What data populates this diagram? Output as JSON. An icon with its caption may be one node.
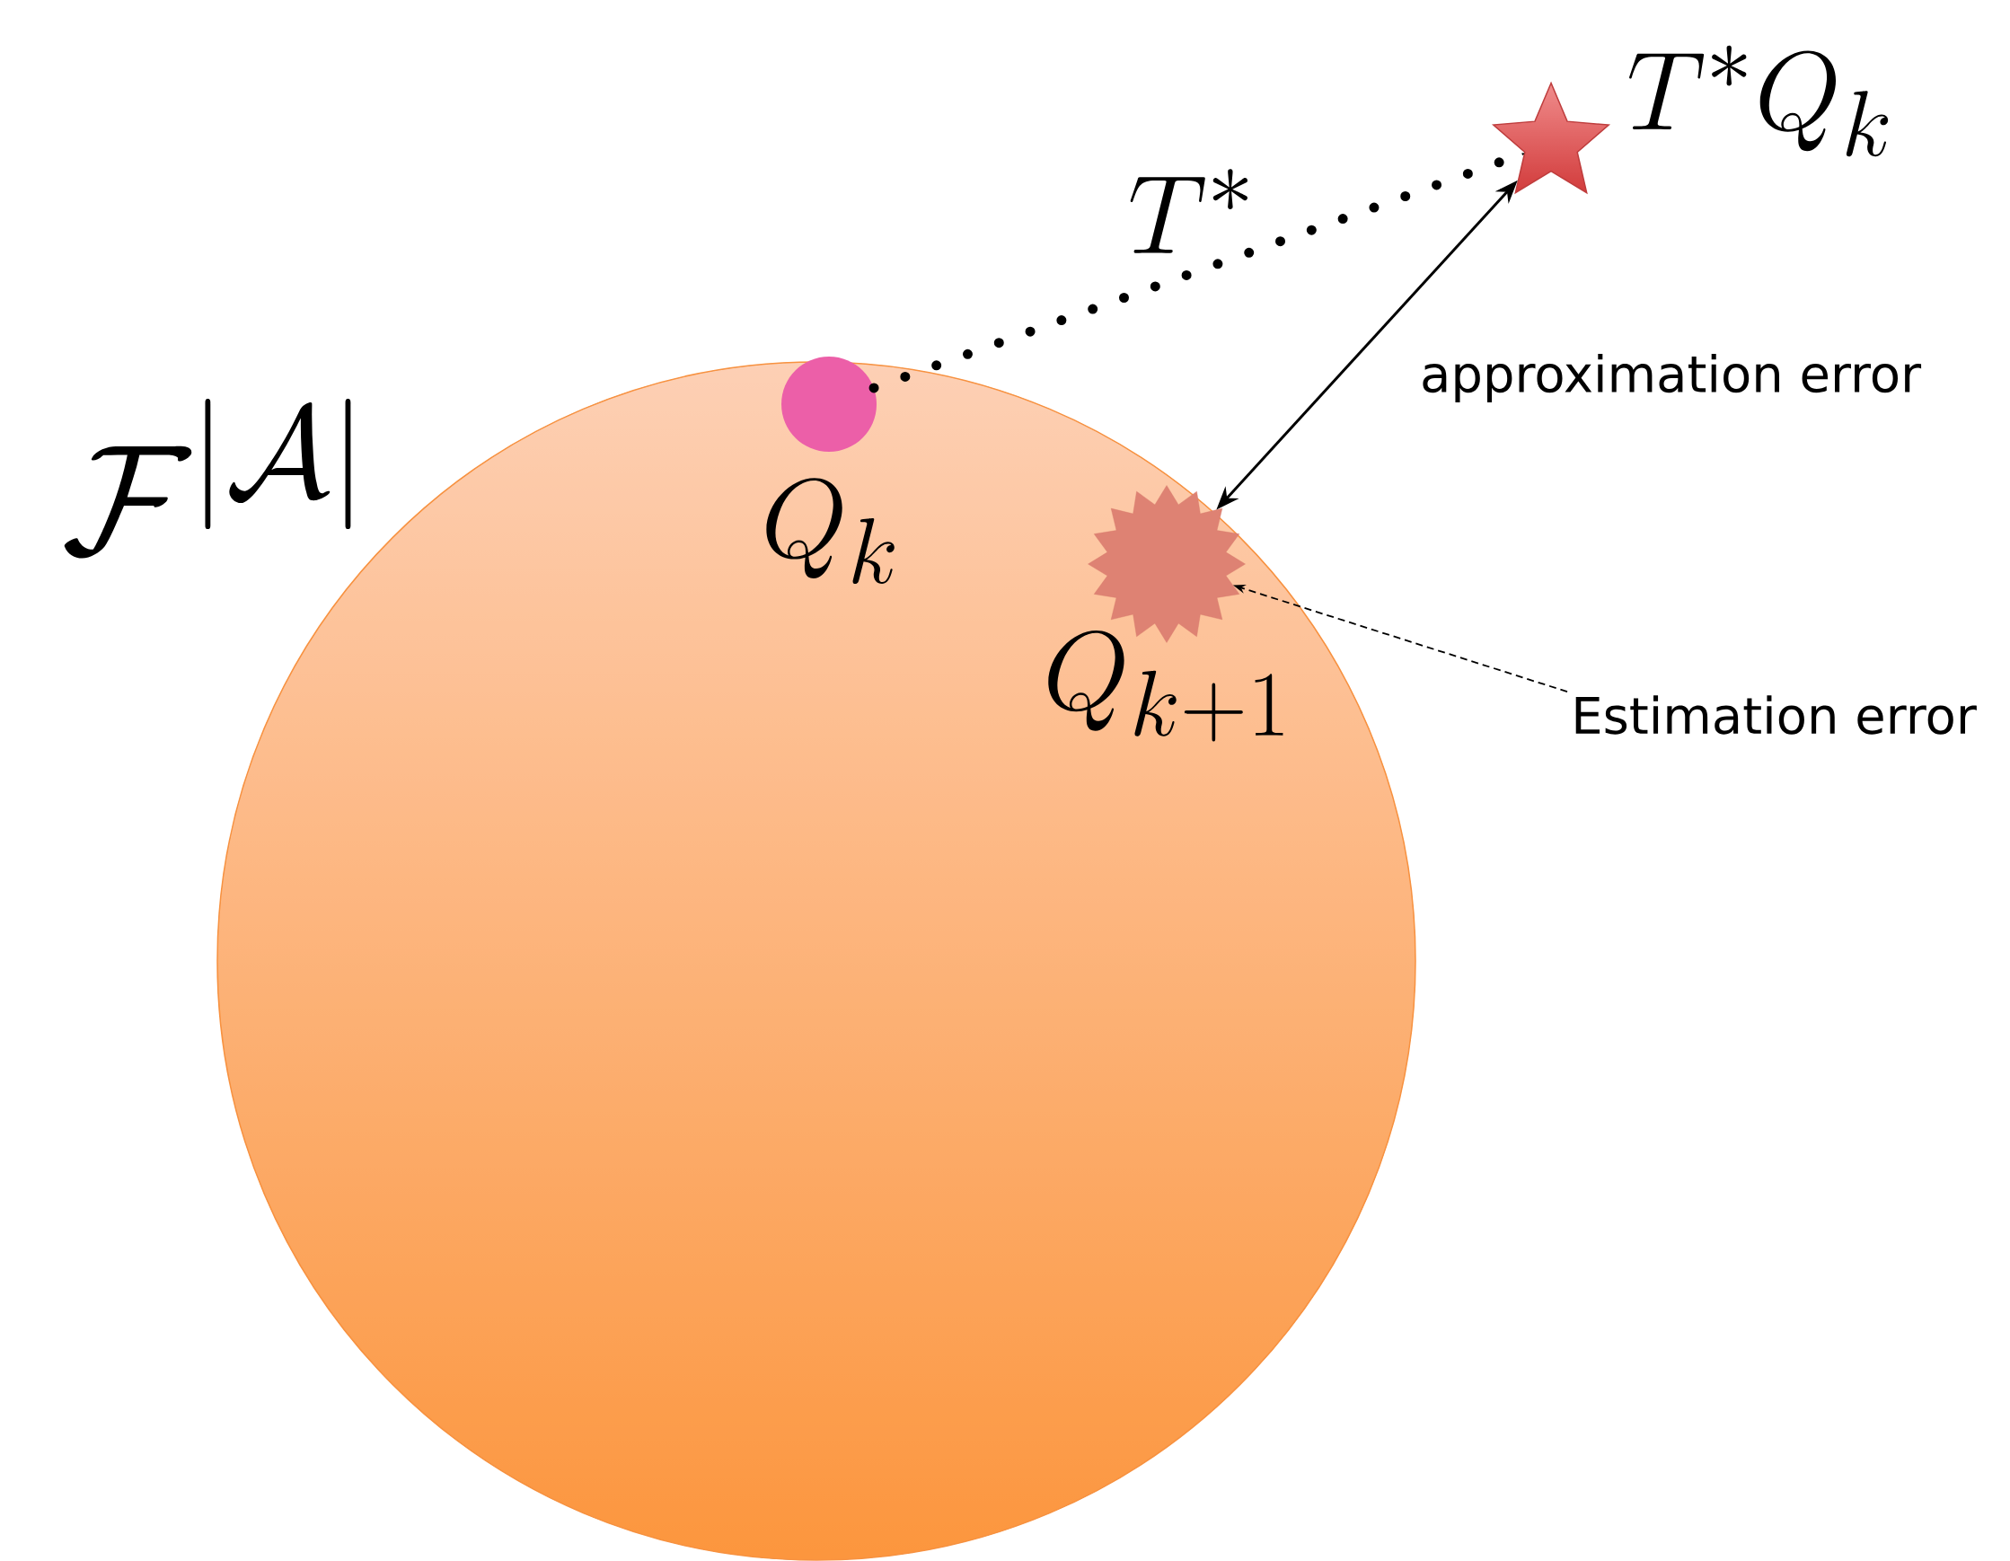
{
  "diagram": {
    "nodes": [
      {
        "text": [],
        "shape": "circle",
        "beside": [
          "Q_k"
        ]
      },
      {
        "text": [],
        "shape": "star",
        "beside": [
          "Q_{k+1}"
        ]
      },
      {
        "text": [],
        "shape": "star",
        "beside": [
          "T^*Q_k"
        ]
      },
      {
        "text": [
          "Estimation error"
        ]
      }
    ],
    "edges": [
      {
        "from": 0,
        "to": 2,
        "arrow": "to",
        "style": "dashed",
        "label": "T^*"
      },
      {
        "from": 1,
        "to": 2,
        "arrow": "both",
        "label": "approximation error"
      },
      {
        "from": 3,
        "to": 1,
        "arrow": "to",
        "style": "dashed"
      }
    ],
    "labels": [
      "\\mathcal{F}^{|\\mathcal{A}|}"
    ]
  }
}
